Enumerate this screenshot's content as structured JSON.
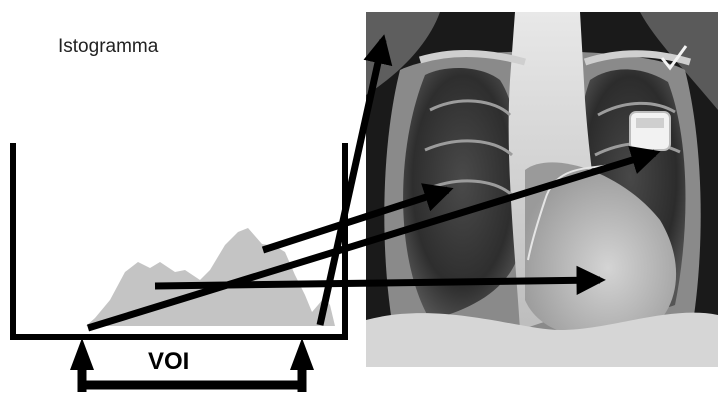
{
  "figure": {
    "title": "Istogramma",
    "voi_label": "VOI",
    "image_content": "chest-xray-with-pacemaker",
    "colors": {
      "histogram_fill": "#c4c4c4",
      "frame": "#000000",
      "arrow": "#000000",
      "xray_background": "#1a1a1a"
    }
  }
}
